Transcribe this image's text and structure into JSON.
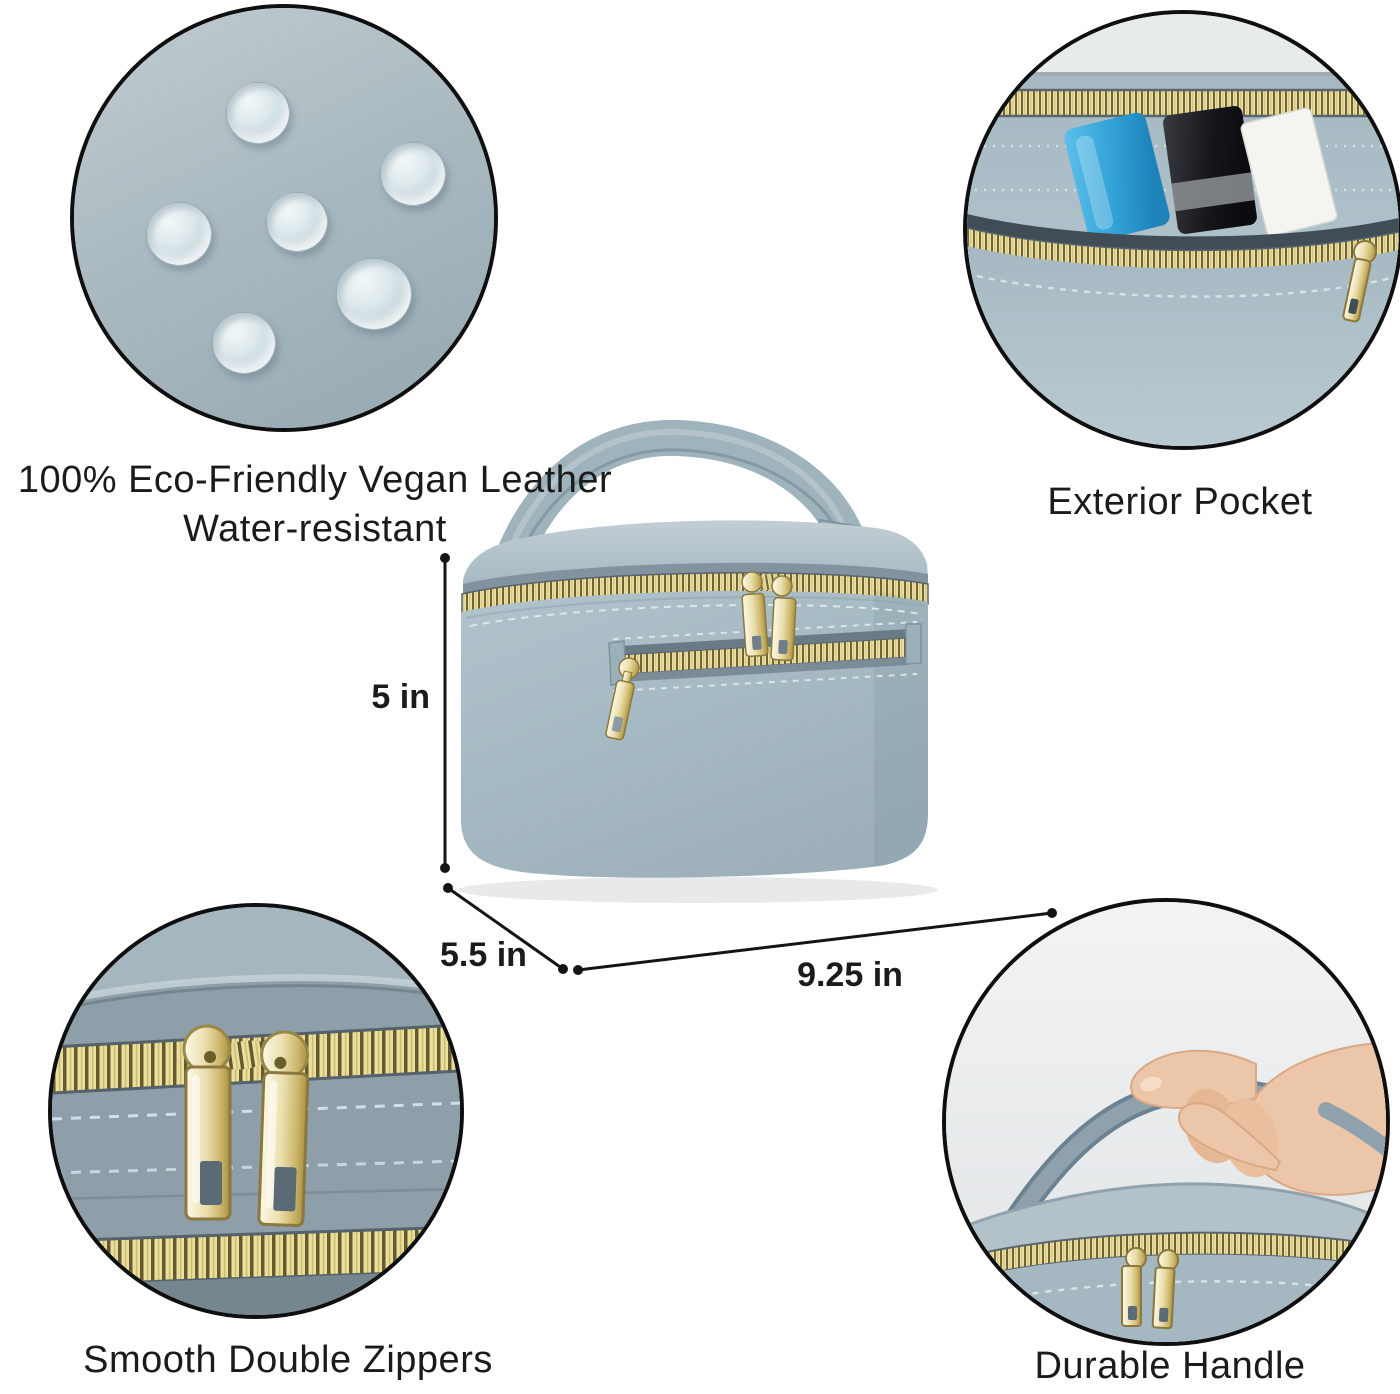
{
  "callouts": {
    "material_line1": "100% Eco-Friendly Vegan Leather",
    "material_line2": "Water-resistant",
    "exterior_pocket": "Exterior Pocket",
    "smooth_double_zippers": "Smooth Double Zippers",
    "durable_handle": "Durable Handle"
  },
  "dimensions": {
    "height_label": "5 in",
    "depth_label": "5.5 in",
    "width_label": "9.25 in"
  },
  "insets": {
    "top_left": "water-droplets-on-leather",
    "top_right": "exterior-pocket-with-cosmetics",
    "bottom_left": "double-gold-zipper-pulls",
    "bottom_right": "hand-holding-handle"
  },
  "colors": {
    "bag_leather": "#a6bac3",
    "bag_lid": "#b6c5cc",
    "zipper_tape_gold": "#ece1a5",
    "metal_pull_gold": "#d8c67e",
    "dimension_line": "#141414",
    "text": "#1b1b1b",
    "background": "#ffffff"
  }
}
